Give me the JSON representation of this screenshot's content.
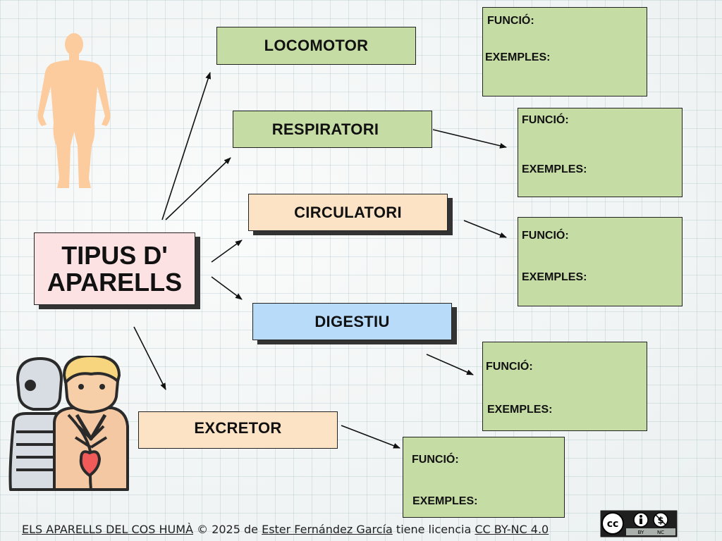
{
  "central": {
    "line1": "TIPUS D'",
    "line2": "APARELLS"
  },
  "systems": [
    {
      "id": "locomotor",
      "label": "LOCOMOTOR"
    },
    {
      "id": "respiratori",
      "label": "RESPIRATORI"
    },
    {
      "id": "circulatori",
      "label": "CIRCULATORI"
    },
    {
      "id": "digestiu",
      "label": "DIGESTIU"
    },
    {
      "id": "excretor",
      "label": "EXCRETOR"
    }
  ],
  "info_labels": {
    "funcio": "FUNCIÓ:",
    "exemples": "EXEMPLES:"
  },
  "colors": {
    "green": "#c6dca5",
    "peach": "#fde3c6",
    "blue": "#b8dbf9",
    "pink": "#fde2e4",
    "body_silhouette": "#fccc9f"
  },
  "footer": {
    "title": "ELS APARELLS DEL COS HUMÀ",
    "copyright": " © 2025 de ",
    "author": "Ester Fernández García",
    "license_text": " tiene licencia ",
    "license": "CC BY-NC 4.0"
  },
  "icons": [
    "human-silhouette-icon",
    "skeleton-anatomy-icon",
    "creative-commons-badge-icon"
  ]
}
